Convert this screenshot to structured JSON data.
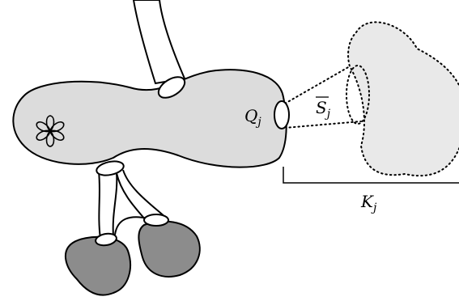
{
  "labels": {
    "q_main": "Q",
    "q_sub": "j",
    "s_main": "S",
    "s_sub": "j",
    "k_main": "K",
    "k_sub": "j"
  },
  "colors": {
    "body_fill": "#dcdcdc",
    "blob_fill": "#8c8c8c",
    "cloud_fill": "#e9e9e9",
    "stroke": "#000000"
  },
  "icons": {
    "center_mark": "flower-asterisk-icon"
  }
}
